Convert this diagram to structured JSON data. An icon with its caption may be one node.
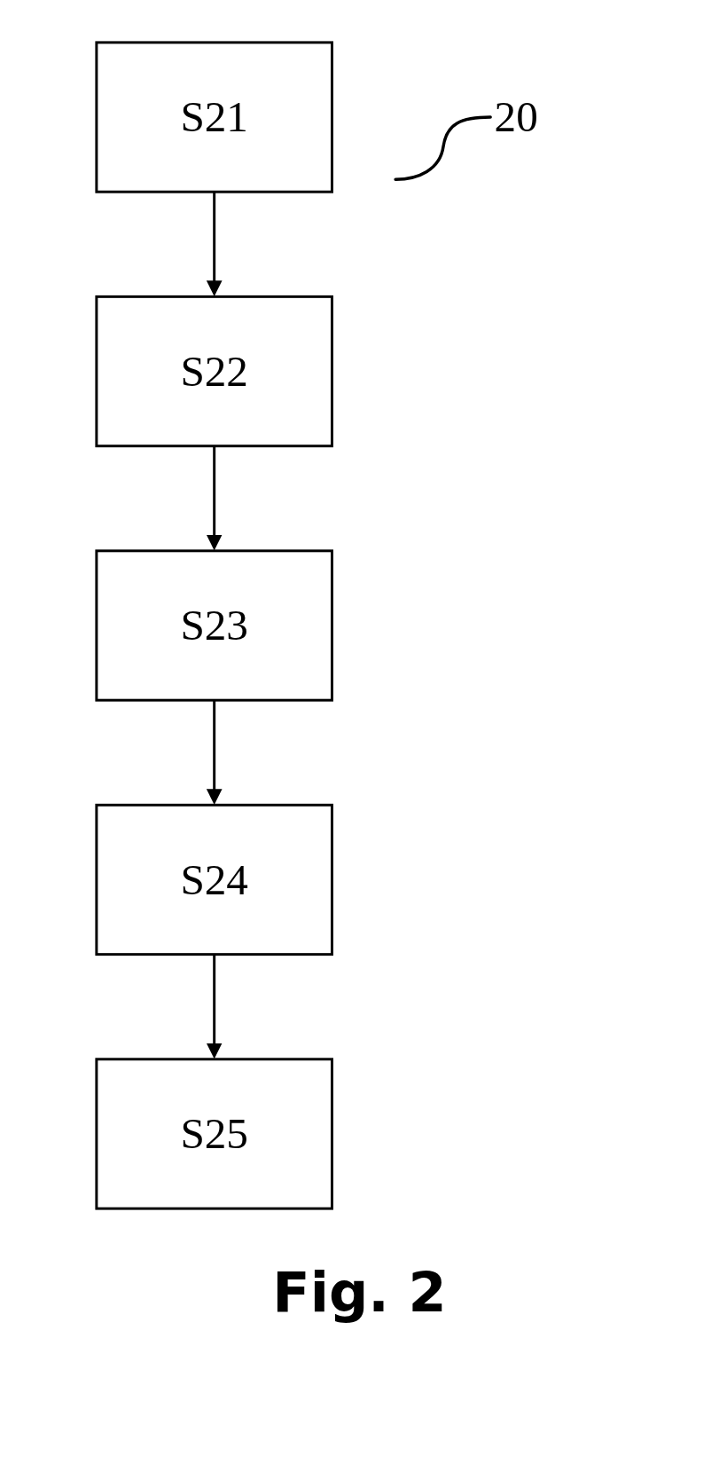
{
  "diagram": {
    "caption": "Fig. 2",
    "nodes": [
      {
        "text": [
          "S21"
        ]
      },
      {
        "text": [
          "S22"
        ]
      },
      {
        "text": [
          "S23"
        ]
      },
      {
        "text": [
          "S24"
        ]
      },
      {
        "text": [
          "S25"
        ]
      },
      {
        "text": [
          "20"
        ]
      }
    ],
    "edges": [
      {
        "from": 0,
        "to": 1,
        "arrow": "to"
      },
      {
        "from": 1,
        "to": 2,
        "arrow": "to"
      },
      {
        "from": 2,
        "to": 3,
        "arrow": "to"
      },
      {
        "from": 3,
        "to": 4,
        "arrow": "to"
      },
      {
        "from": 5,
        "to": null,
        "arrow": "none"
      }
    ]
  }
}
